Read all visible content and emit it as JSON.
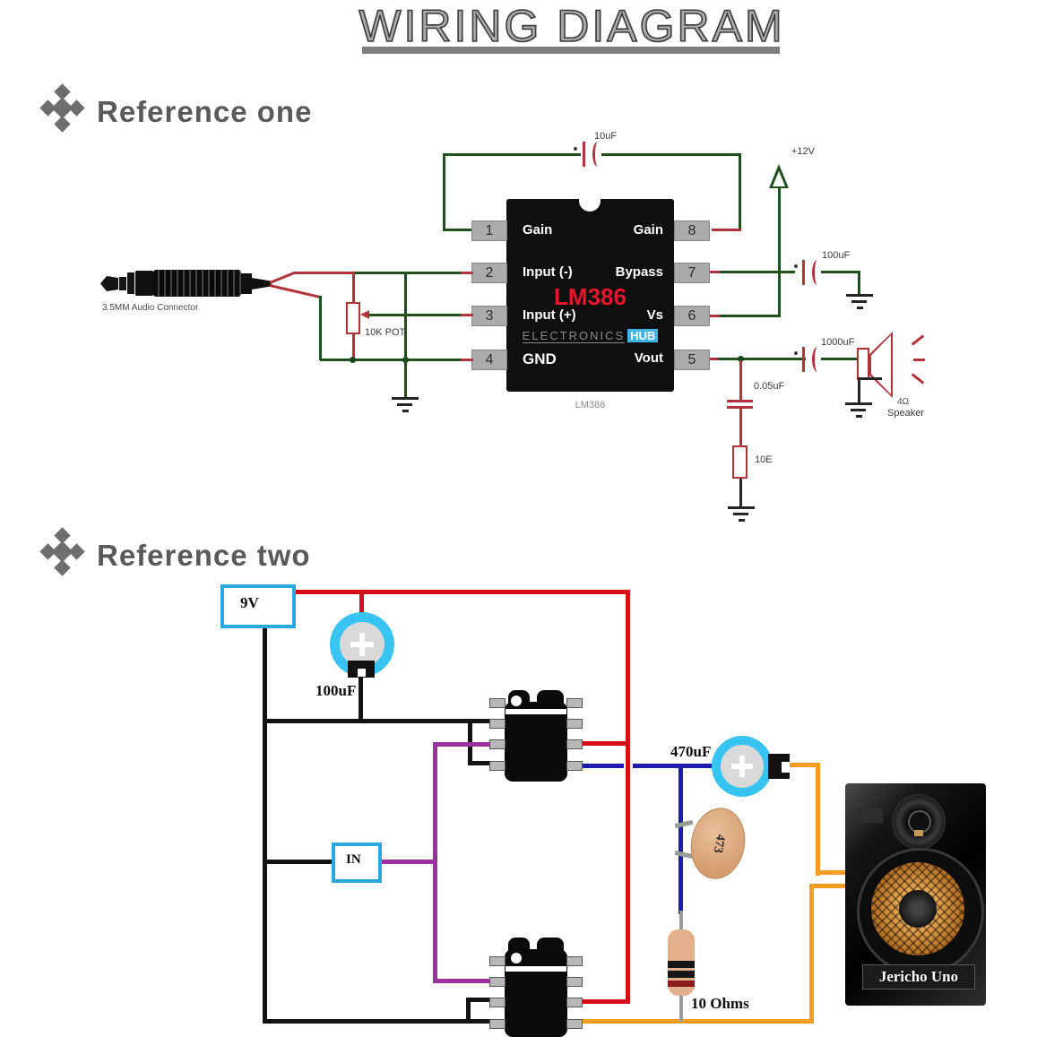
{
  "title": {
    "text": "WIRING DIAGRAM"
  },
  "sections": {
    "one": "Reference one",
    "two": "Reference two"
  },
  "ref_one": {
    "chip": {
      "part": "LM386",
      "caption": "LM386",
      "watermark": {
        "left": "ELECTRONICS",
        "right": "HUB"
      },
      "pins_left": [
        {
          "num": "1",
          "label": "Gain"
        },
        {
          "num": "2",
          "label": "Input (-)"
        },
        {
          "num": "3",
          "label": "Input (+)"
        },
        {
          "num": "4",
          "label": "GND"
        }
      ],
      "pins_right": [
        {
          "num": "8",
          "label": "Gain"
        },
        {
          "num": "7",
          "label": "Bypass"
        },
        {
          "num": "6",
          "label": "Vs"
        },
        {
          "num": "5",
          "label": "Vout"
        }
      ]
    },
    "labels": {
      "cap_feedback": "10uF",
      "supply": "+12V",
      "cap_bypass": "100uF",
      "cap_output": "1000uF",
      "cap_zobel": "0.05uF",
      "res_zobel": "10E",
      "potentiometer": "10K POT",
      "audio_connector": "3.5MM Audio Connector",
      "speaker_impedance": "4Ω",
      "speaker": "Speaker"
    }
  },
  "ref_two": {
    "battery": "9V",
    "input_label": "IN",
    "cap_supply": "100uF",
    "cap_output": "470uF",
    "cap_ceramic": "473",
    "resistor": "10 Ohms",
    "speaker_brand": "Jericho Uno"
  },
  "colors": {
    "wire_red_1": "#b5323a",
    "wire_green": "#1d521d",
    "wire_red_2": "#d60d18",
    "wire_purple": "#9b30a3",
    "wire_blue": "#1c1cb0",
    "wire_orange": "#f59d21",
    "box_cyan": "#29a7df",
    "cap_ring": "#38c4f2",
    "hub_badge": "#3db5e6",
    "chip_text_red": "#e8152c",
    "title_gray": "#aaaaaa",
    "heading_gray": "#5a5a5a"
  }
}
